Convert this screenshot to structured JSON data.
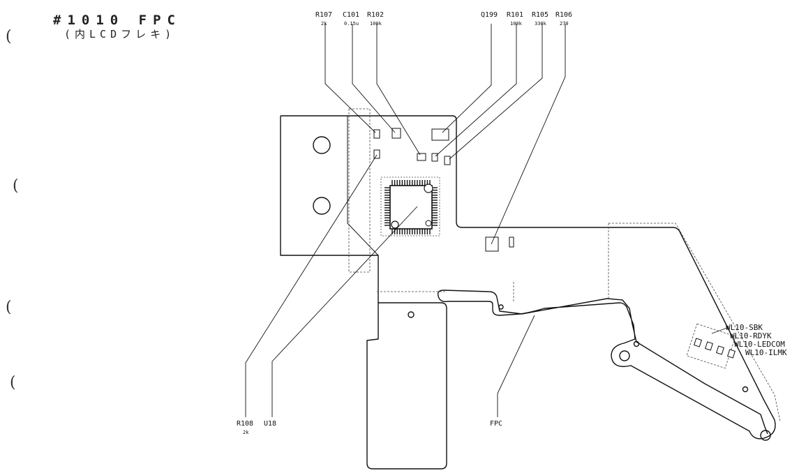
{
  "title": {
    "line1": "#1010 FPC",
    "line2": "(内LCDフレキ)"
  },
  "margin_marks": [
    "(",
    "(",
    "(",
    "("
  ],
  "components": [
    {
      "ref": "R107",
      "value": "2k"
    },
    {
      "ref": "C101",
      "value": "0.15u"
    },
    {
      "ref": "R102",
      "value": "100k"
    },
    {
      "ref": "Q199",
      "value": ""
    },
    {
      "ref": "R101",
      "value": "100k"
    },
    {
      "ref": "R105",
      "value": "330k"
    },
    {
      "ref": "R106",
      "value": "270"
    },
    {
      "ref": "R108",
      "value": "2k"
    },
    {
      "ref": "U18",
      "value": ""
    },
    {
      "ref": "FPC",
      "value": ""
    }
  ],
  "connector_labels": [
    "WL10-SBK",
    "WL10-RDYK",
    "WL10-LEDCOM",
    "WL10-ILMK"
  ]
}
